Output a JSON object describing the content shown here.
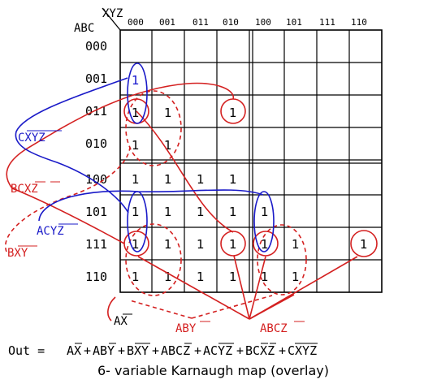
{
  "kmap": {
    "var_col_label": "XYZ",
    "var_row_label": "ABC",
    "col_headers": [
      "000",
      "001",
      "011",
      "010",
      "100",
      "101",
      "111",
      "110"
    ],
    "row_headers": [
      "000",
      "001",
      "011",
      "010",
      "100",
      "101",
      "111",
      "110"
    ],
    "cells": [
      [
        "",
        "",
        "",
        "",
        "",
        "",
        "",
        ""
      ],
      [
        "1",
        "",
        "",
        "",
        "",
        "",
        "",
        ""
      ],
      [
        "1",
        "1",
        "",
        "1",
        "",
        "",
        "",
        ""
      ],
      [
        "1",
        "1",
        "",
        "",
        "",
        "",
        "",
        ""
      ],
      [
        "1",
        "1",
        "1",
        "1",
        "",
        "",
        "",
        ""
      ],
      [
        "1",
        "1",
        "1",
        "1",
        "1",
        "",
        "",
        ""
      ],
      [
        "1",
        "1",
        "1",
        "1",
        "1",
        "1",
        "",
        "1"
      ],
      [
        "1",
        "1",
        "1",
        "1",
        "1",
        "1",
        "",
        ""
      ]
    ],
    "blue_cells": [
      "1,0"
    ],
    "group_labels": {
      "cxyz": "CXYZ",
      "bcxz": "BCXZ",
      "acyz": "ACYZ",
      "bxy": "BXY",
      "ax": "AX",
      "aby": "ABY",
      "abcz": "ABCZ"
    },
    "formula_prefix": "Out = ",
    "formula_terms": [
      "AX",
      "ABY",
      "BXY",
      "ABCZ",
      "ACYZ",
      "BCXZ",
      "CXYZ"
    ],
    "formula_sep": "+",
    "caption": "6- variable Karnaugh map (overlay)",
    "colors": {
      "red": "#d42020",
      "blue": "#1a1ac8",
      "grid": "#000000"
    }
  }
}
